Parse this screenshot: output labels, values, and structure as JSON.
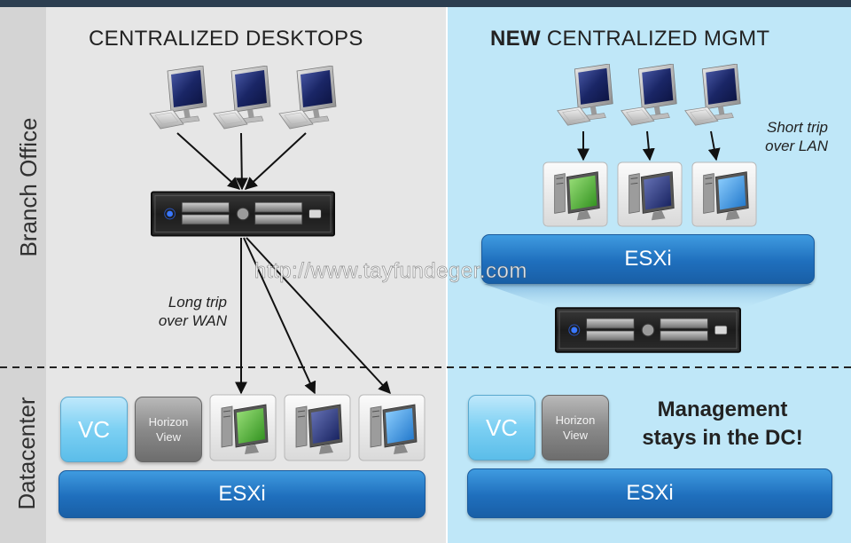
{
  "side_labels": {
    "branch": "Branch Office",
    "datacenter": "Datacenter"
  },
  "left": {
    "title": "CENTRALIZED DESKTOPS",
    "note_line1": "Long trip",
    "note_line2": "over WAN",
    "vc": "VC",
    "horizon_line1": "Horizon",
    "horizon_line2": "View",
    "esxi": "ESXi"
  },
  "right": {
    "title_bold": "NEW",
    "title_rest": " CENTRALIZED MGMT",
    "note_line1": "Short trip",
    "note_line2": "over LAN",
    "branch_esxi": "ESXi",
    "vc": "VC",
    "horizon_line1": "Horizon",
    "horizon_line2": "View",
    "mgmt_line1": "Management",
    "mgmt_line2": "stays in the DC!",
    "esxi": "ESXi"
  },
  "watermark": "http://www.tayfundeger.com",
  "colors": {
    "left_bg": "#e6e6e6",
    "right_bg": "#bfe7f8",
    "esxi_blue": "#1f6fbd",
    "vc_blue": "#7cd0f3",
    "horizon_gray": "#8a8a8a",
    "vm_green": "#3fae2a",
    "vm_navy": "#1d2f6e",
    "vm_blue": "#2f8fe0"
  }
}
